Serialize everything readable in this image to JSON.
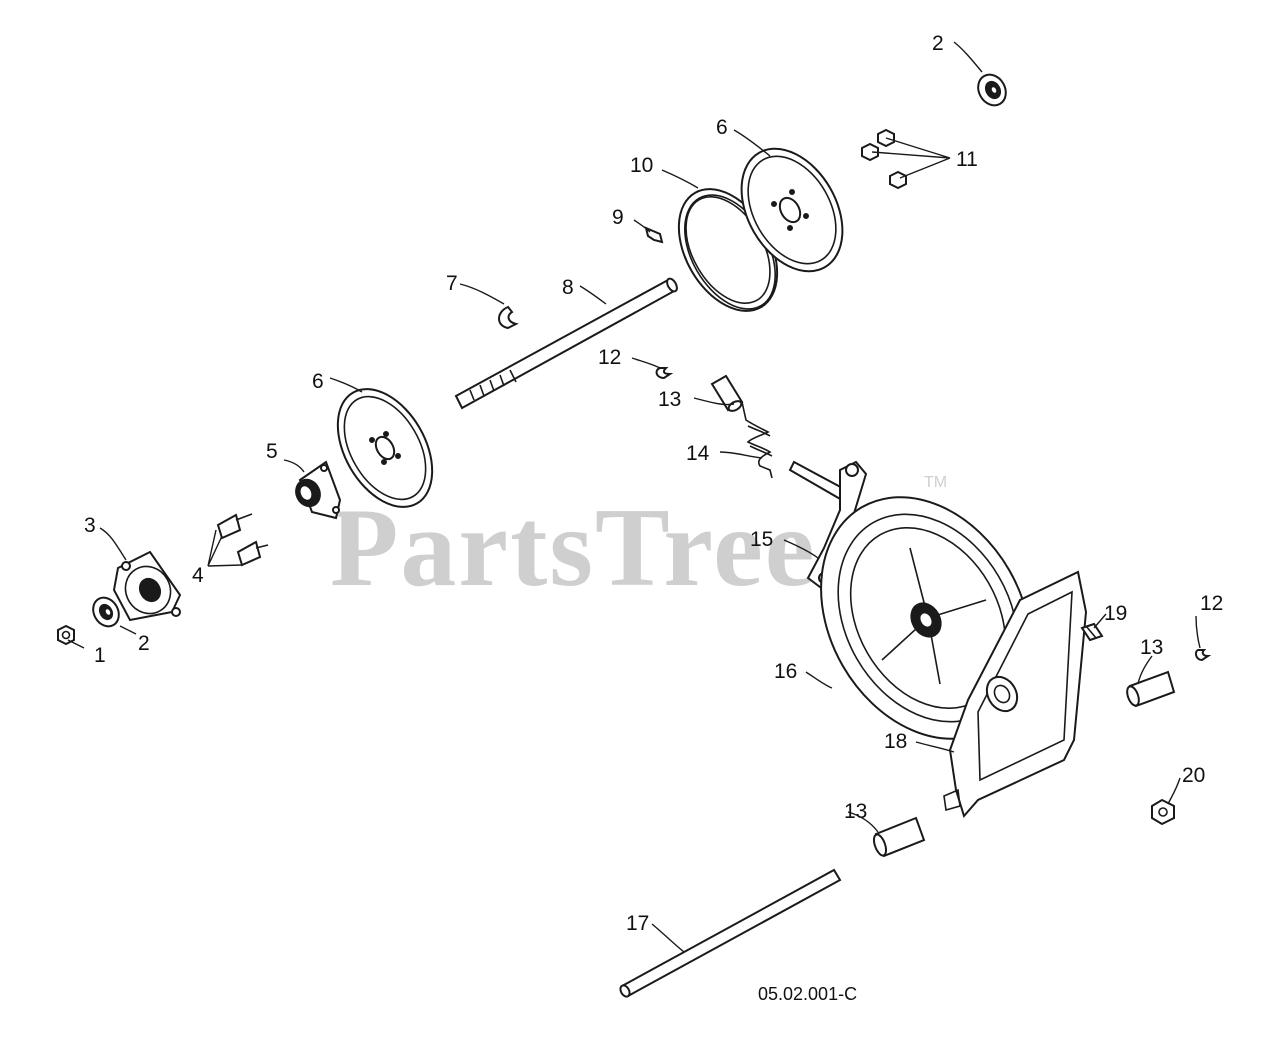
{
  "watermark": {
    "text": "PartsTree",
    "trademark": "TM"
  },
  "drawing_code": "05.02.001-C",
  "callouts": {
    "c1": "1",
    "c2a": "2",
    "c2b": "2",
    "c3": "3",
    "c4": "4",
    "c5": "5",
    "c6a": "6",
    "c6b": "6",
    "c7": "7",
    "c8": "8",
    "c9": "9",
    "c10": "10",
    "c11": "11",
    "c12a": "12",
    "c12b": "12",
    "c13a": "13",
    "c13b": "13",
    "c13c": "13",
    "c14": "14",
    "c15": "15",
    "c16": "16",
    "c17": "17",
    "c18": "18",
    "c19": "19",
    "c20": "20"
  }
}
